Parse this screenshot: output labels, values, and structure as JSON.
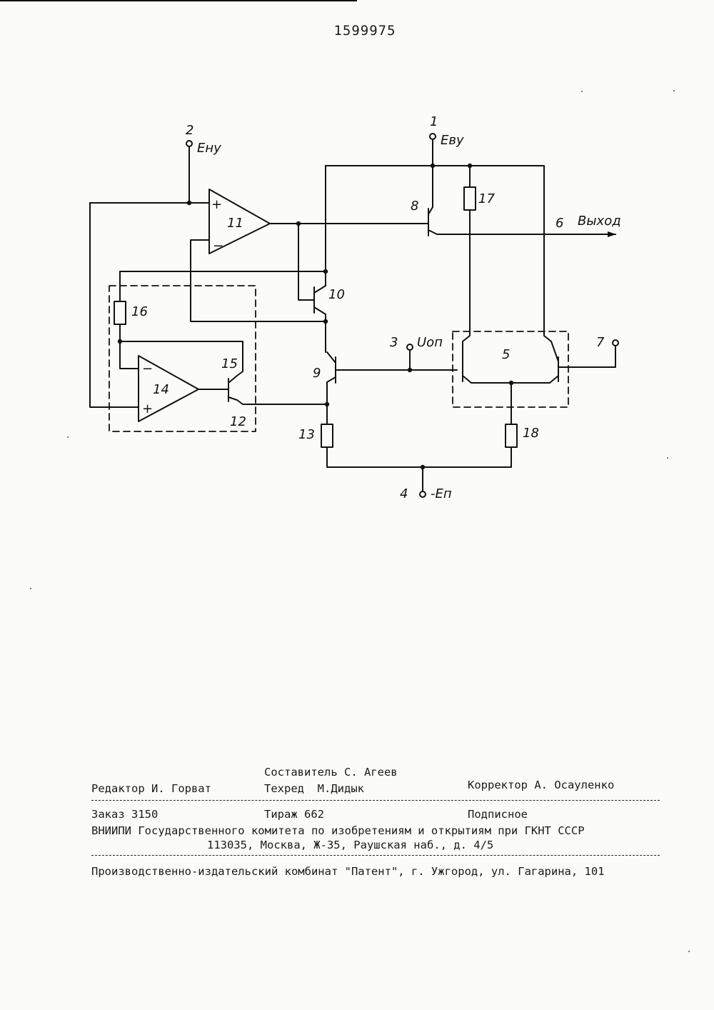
{
  "page_number": "1599975",
  "diagram": {
    "terminals": [
      {
        "id": "term-2",
        "number": "2",
        "label": "Eну"
      },
      {
        "id": "term-1",
        "number": "1",
        "label": "Eву"
      },
      {
        "id": "term-3",
        "number": "3",
        "label": "Uоп"
      },
      {
        "id": "term-7",
        "number": "7",
        "label": ""
      },
      {
        "id": "term-4",
        "number": "4",
        "label": "-Eп"
      }
    ],
    "output": {
      "number": "6",
      "label": "Выход"
    },
    "opamps": [
      {
        "number": "11",
        "plus": "+",
        "minus": "−"
      },
      {
        "number": "14",
        "plus": "+",
        "minus": "−"
      }
    ],
    "transistors": [
      "8",
      "10",
      "9",
      "15"
    ],
    "resistors": [
      "16",
      "17",
      "13",
      "18"
    ],
    "blocks": [
      "12",
      "5"
    ]
  },
  "imprint": {
    "composer": "Составитель С. Агеев",
    "editor": "Редактор И. Горват",
    "techred": "Техред  М.Дидык",
    "corrector": "Корректор А. Осауленко",
    "order": "Заказ 3150",
    "circulation": "Тираж 662",
    "subscription": "Подписное",
    "organization": "ВНИИПИ Государственного комитета по изобретениям и открытиям при ГКНТ СССР",
    "address": "113035, Москва, Ж-35, Раушская наб., д. 4/5",
    "publisher": "Производственно-издательский комбинат \"Патент\", г. Ужгород, ул. Гагарина, 101"
  }
}
